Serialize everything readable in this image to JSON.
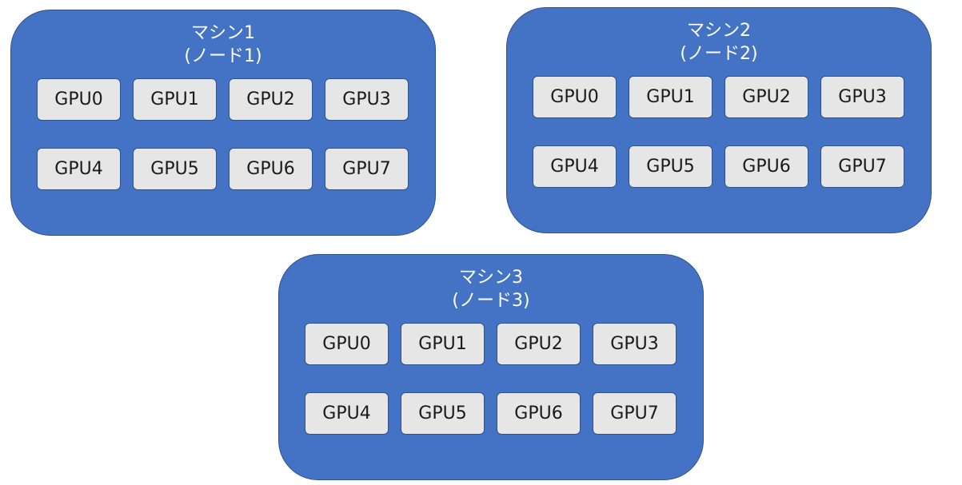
{
  "machines": [
    {
      "name": "マシン1",
      "node": "(ノード1)",
      "gpus": [
        "GPU0",
        "GPU1",
        "GPU2",
        "GPU3",
        "GPU4",
        "GPU5",
        "GPU6",
        "GPU7"
      ]
    },
    {
      "name": "マシン2",
      "node": "(ノード2)",
      "gpus": [
        "GPU0",
        "GPU1",
        "GPU2",
        "GPU3",
        "GPU4",
        "GPU5",
        "GPU6",
        "GPU7"
      ]
    },
    {
      "name": "マシン3",
      "node": "(ノード3)",
      "gpus": [
        "GPU0",
        "GPU1",
        "GPU2",
        "GPU3",
        "GPU4",
        "GPU5",
        "GPU6",
        "GPU7"
      ]
    }
  ],
  "colors": {
    "machine_fill": "#4472c4",
    "machine_border": "#2f528f",
    "gpu_fill": "#e7e6e6"
  }
}
